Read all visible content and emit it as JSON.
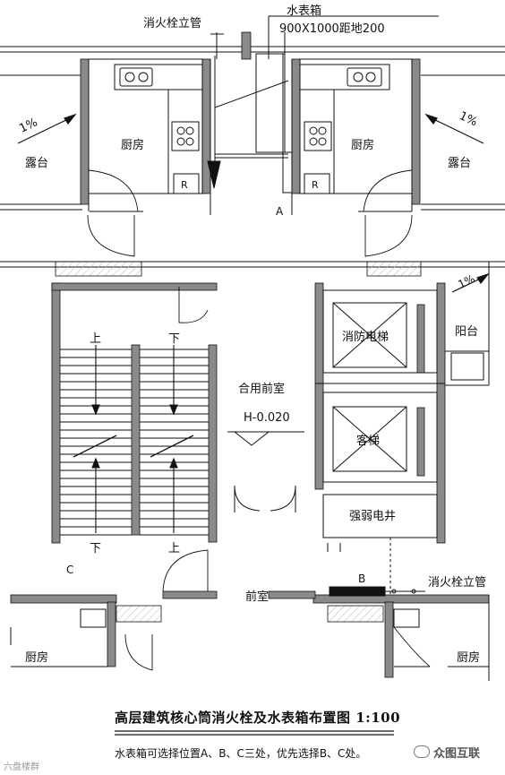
{
  "labels": {
    "hydrant_riser_top": "消火栓立管",
    "meter_box": "水表箱",
    "meter_box_spec": "900X1000距地200",
    "kitchen": "厨房",
    "terrace": "露台",
    "slope": "1%",
    "point_a": "A",
    "point_b": "B",
    "point_c": "C",
    "fire_elevator": "消防电梯",
    "balcony": "阳台",
    "shared_anteroom": "合用前室",
    "elevation": "H-0.020",
    "passenger_elevator": "客梯",
    "weak_shaft": "强弱电井",
    "up": "上",
    "down": "下",
    "anteroom": "前室",
    "hydrant_riser_right": "消火栓立管",
    "fridge_mark": "R"
  },
  "caption": {
    "title": "高层建筑核心筒消火栓及水表箱布置图 1:100",
    "note": "水表箱可选择位置A、B、C三处，优先选择B、C处。"
  },
  "watermarks": {
    "left": "六盘楼群",
    "right": "众图互联"
  },
  "colors": {
    "wall_fill": "#8a8a8a",
    "line": "#111111",
    "hatch": "#cfcfcf"
  }
}
